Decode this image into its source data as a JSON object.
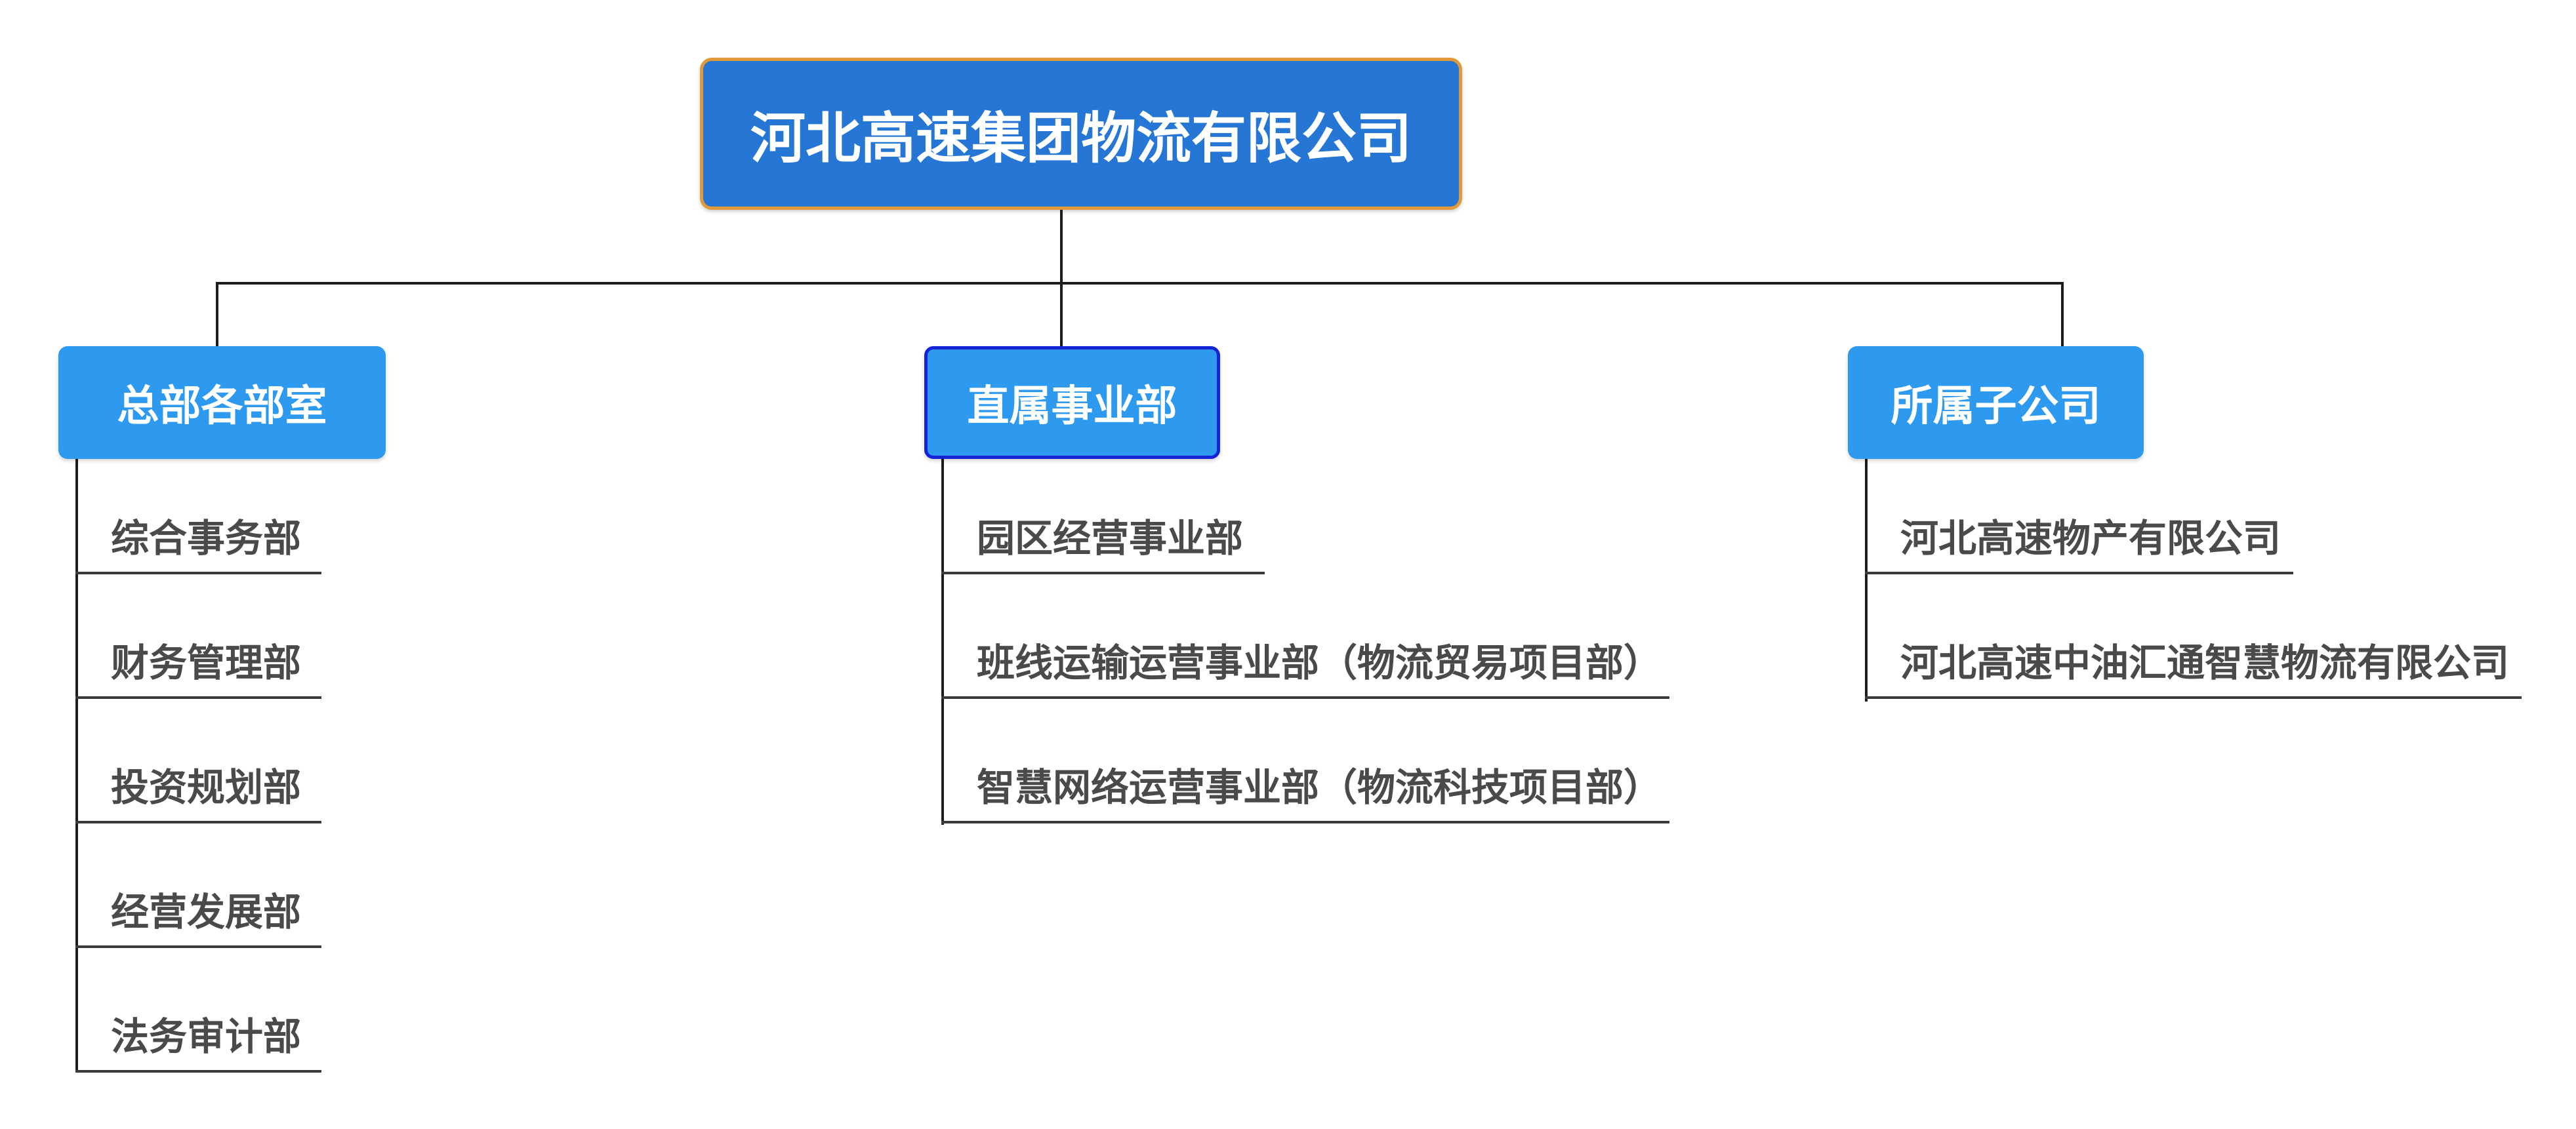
{
  "org_chart": {
    "root": {
      "label": "河北高速集团物流有限公司"
    },
    "branches": [
      {
        "label": "总部各部室",
        "children": [
          "综合事务部",
          "财务管理部",
          "投资规划部",
          "经营发展部",
          "法务审计部"
        ]
      },
      {
        "label": "直属事业部",
        "children": [
          "园区经营事业部",
          "班线运输运营事业部（物流贸易项目部）",
          "智慧网络运营事业部（物流科技项目部）"
        ]
      },
      {
        "label": "所属子公司",
        "children": [
          "河北高速物产有限公司",
          "河北高速中油汇通智慧物流有限公司"
        ]
      }
    ]
  },
  "colors": {
    "bg": "#ffffff",
    "root_fill": "#2676D5",
    "root_border": "#E09A3C",
    "branch_fill": "#2D9AF0",
    "mid_border": "#1523D6",
    "node_text": "#ffffff",
    "item_text": "#4A4A4A",
    "line": "#1C1C1C",
    "underline": "#3C3C3C"
  }
}
